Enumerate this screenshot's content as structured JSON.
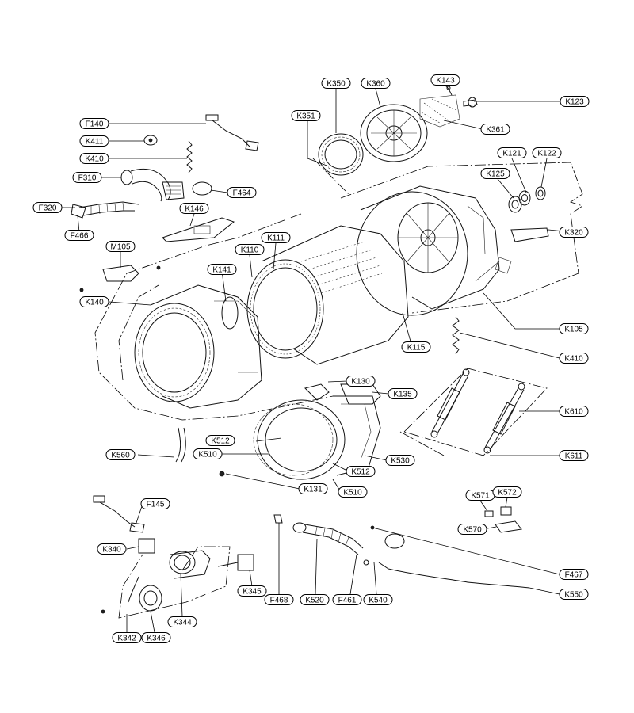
{
  "diagram": {
    "labels": [
      {
        "id": "K350",
        "text": "K350"
      },
      {
        "id": "K360",
        "text": "K360"
      },
      {
        "id": "K143",
        "text": "K143"
      },
      {
        "id": "K123",
        "text": "K123"
      },
      {
        "id": "K351",
        "text": "K351"
      },
      {
        "id": "K361",
        "text": "K361"
      },
      {
        "id": "K121",
        "text": "K121"
      },
      {
        "id": "K122",
        "text": "K122"
      },
      {
        "id": "K125",
        "text": "K125"
      },
      {
        "id": "F140",
        "text": "F140"
      },
      {
        "id": "K411",
        "text": "K411"
      },
      {
        "id": "K410a",
        "text": "K410"
      },
      {
        "id": "F310",
        "text": "F310"
      },
      {
        "id": "F464",
        "text": "F464"
      },
      {
        "id": "F320",
        "text": "F320"
      },
      {
        "id": "K146",
        "text": "K146"
      },
      {
        "id": "F466",
        "text": "F466"
      },
      {
        "id": "K320",
        "text": "K320"
      },
      {
        "id": "K111",
        "text": "K111"
      },
      {
        "id": "M105",
        "text": "M105"
      },
      {
        "id": "K110",
        "text": "K110"
      },
      {
        "id": "K141",
        "text": "K141"
      },
      {
        "id": "K140",
        "text": "K140"
      },
      {
        "id": "K105",
        "text": "K105"
      },
      {
        "id": "K115",
        "text": "K115"
      },
      {
        "id": "K410b",
        "text": "K410"
      },
      {
        "id": "K130",
        "text": "K130"
      },
      {
        "id": "K135",
        "text": "K135"
      },
      {
        "id": "K610",
        "text": "K610"
      },
      {
        "id": "K512a",
        "text": "K512"
      },
      {
        "id": "K510a",
        "text": "K510"
      },
      {
        "id": "K560",
        "text": "K560"
      },
      {
        "id": "K530",
        "text": "K530"
      },
      {
        "id": "K611",
        "text": "K611"
      },
      {
        "id": "K512b",
        "text": "K512"
      },
      {
        "id": "K131",
        "text": "K131"
      },
      {
        "id": "K510b",
        "text": "K510"
      },
      {
        "id": "K571",
        "text": "K571"
      },
      {
        "id": "K572",
        "text": "K572"
      },
      {
        "id": "F145",
        "text": "F145"
      },
      {
        "id": "K570",
        "text": "K570"
      },
      {
        "id": "K340",
        "text": "K340"
      },
      {
        "id": "F467",
        "text": "F467"
      },
      {
        "id": "K345",
        "text": "K345"
      },
      {
        "id": "K550",
        "text": "K550"
      },
      {
        "id": "F468",
        "text": "F468"
      },
      {
        "id": "K520",
        "text": "K520"
      },
      {
        "id": "F461",
        "text": "F461"
      },
      {
        "id": "K540",
        "text": "K540"
      },
      {
        "id": "K344",
        "text": "K344"
      },
      {
        "id": "K342",
        "text": "K342"
      },
      {
        "id": "K346",
        "text": "K346"
      }
    ]
  }
}
